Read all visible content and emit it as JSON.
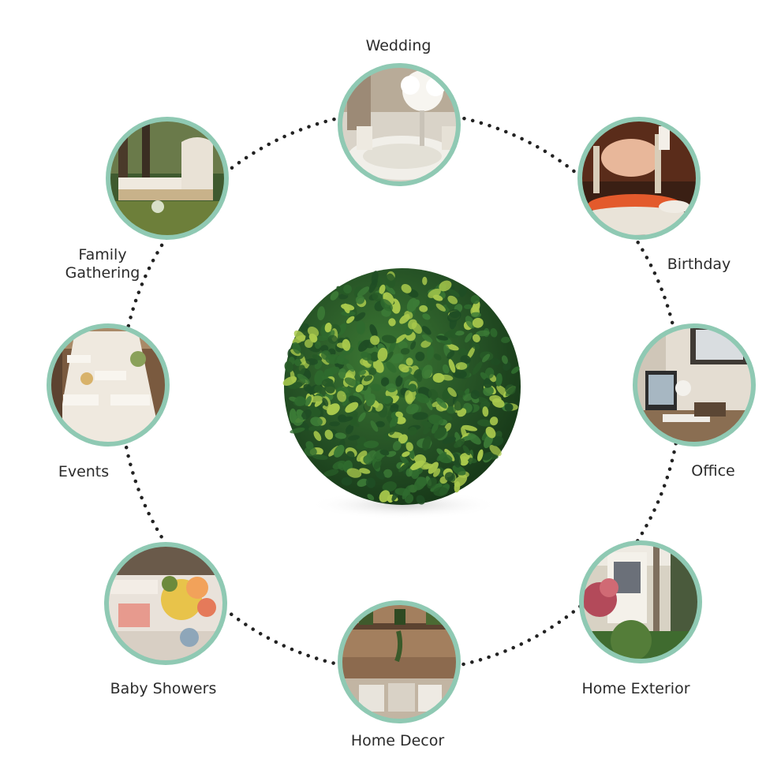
{
  "labels": {
    "wedding": "Wedding",
    "birthday": "Birthday",
    "office": "Office",
    "home_exterior": "Home Exterior",
    "home_decor": "Home Decor",
    "baby_showers": "Baby Showers",
    "events": "Events",
    "family_line1": "Family",
    "family_line2": "Gathering"
  },
  "colors": {
    "ring": "#8fc9b3",
    "dots": "#222222",
    "text": "#2b2b2b",
    "leaf_dark": "#1f4d24",
    "leaf_mid": "#2f6b2e",
    "leaf_light": "#a9c94c"
  },
  "icons": {
    "center": "boxwood-topiary-ball",
    "wedding": "wedding-table-photo",
    "birthday": "birthday-cake-photo",
    "office": "office-desk-photo",
    "home_exterior": "house-exterior-photo",
    "home_decor": "home-decor-photo",
    "baby_showers": "baby-shower-table-photo",
    "events": "banquet-table-photo",
    "family_gathering": "garden-gathering-photo"
  }
}
